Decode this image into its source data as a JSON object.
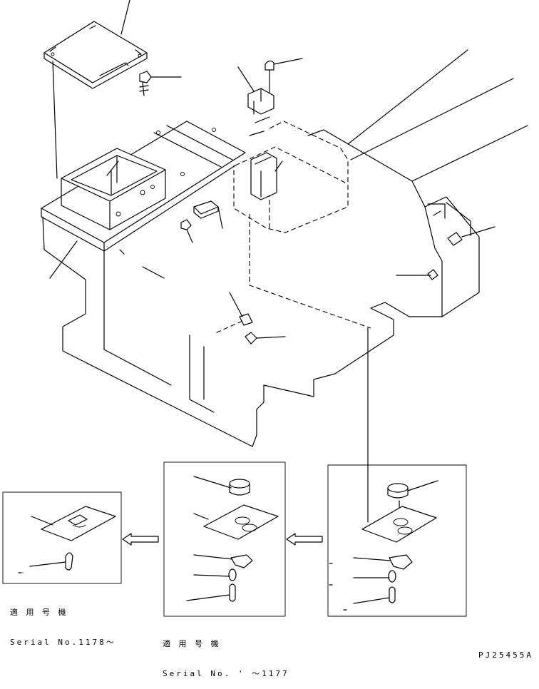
{
  "captions": {
    "panel_left": {
      "applicability": "適 用 号 機",
      "serial": "Serial No.1178～"
    },
    "panel_middle": {
      "applicability": "適 用 号 機",
      "serial": "Serial No. ' ～1177"
    }
  },
  "drawing_code": "PJ25455A",
  "icons": {
    "arrow_left": "arrow-left-icon",
    "arrow_middle": "arrow-left-icon"
  }
}
